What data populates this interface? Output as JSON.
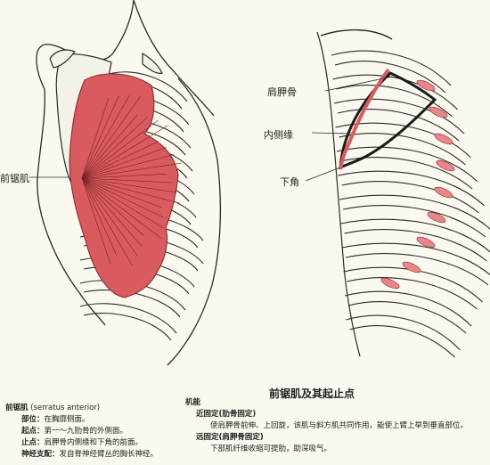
{
  "figure": {
    "colors": {
      "muscle": "#d95b5f",
      "muscle_dark": "#8a2a2e",
      "outline": "#2a2a2a",
      "bone": "#f4f1e8"
    },
    "labels": {
      "left_muscle": "前锯肌",
      "scapula": "肩胛骨",
      "medial_border": "内侧缘",
      "inferior_angle": "下角"
    },
    "caption": "前锯肌及其起止点"
  },
  "notes_left": {
    "title": "前锯肌",
    "title_latin": "(serratus anterior)",
    "rows": [
      {
        "key": "部位：",
        "value": "在胸廓侧面。"
      },
      {
        "key": "起点：",
        "value": "第一～九肋骨的外侧面。"
      },
      {
        "key": "止点：",
        "value": "肩胛骨内侧缘和下角的前面。"
      },
      {
        "key": "神经支配：",
        "value": "发自脊神经臂丛的胸长神经。"
      }
    ]
  },
  "notes_right": {
    "title": "机能",
    "near_fixed": "近固定(肋骨固定)",
    "near_text": "使肩胛骨前伸、上回旋，该肌与斜方肌共同作用，能使上臂上举到垂直部位。",
    "far_fixed": "远固定(肩胛骨固定)",
    "far_text": "下部肌纤维收缩可提肋，助深吸气。"
  }
}
